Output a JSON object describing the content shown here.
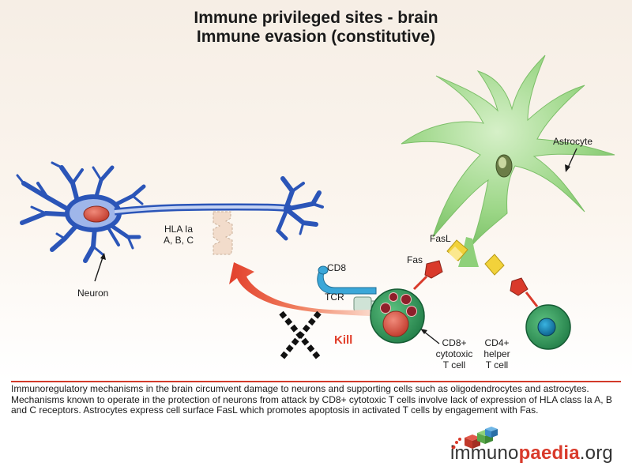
{
  "title": {
    "line1": "Immune privileged sites - brain",
    "line2": "Immune evasion (constitutive)"
  },
  "labels": {
    "astrocyte": "Astrocyte",
    "neuron": "Neuron",
    "hla_line1": "HLA Ia",
    "hla_line2": "A, B, C",
    "fasl": "FasL",
    "fas": "Fas",
    "cd8": "CD8",
    "tcr": "TCR",
    "kill": "Kill",
    "cd8_cell_line1": "CD8+",
    "cd8_cell_line2": "cytotoxic",
    "cd8_cell_line3": "T cell",
    "cd4_cell_line1": "CD4+",
    "cd4_cell_line2": "helper",
    "cd4_cell_line3": "T cell"
  },
  "caption": "Immunoregulatory mechanisms in the brain circumvent damage to neurons and supporting cells such as oligodendrocytes and astrocytes. Mechanisms known to operate in the protection of neurons from attack by CD8+ cytotoxic T cells involve lack of expression of HLA class Ia  A, B and C receptors.  Astrocytes express cell surface FasL which promotes apoptosis in activated T cells by engagement with Fas.",
  "logo": {
    "part1": "immuno",
    "part2": "paedia",
    "part3": ".org"
  },
  "colors": {
    "neuron": "#2b55b8",
    "astrocyte": "#8fd07a",
    "tcell": "#2f8f57",
    "kill_arrow": "#e2402c",
    "fasl": "#f2d23a",
    "fas": "#d93a2b",
    "cd8_receptor": "#3ba7d8",
    "accent_rule": "#d23a2a"
  }
}
